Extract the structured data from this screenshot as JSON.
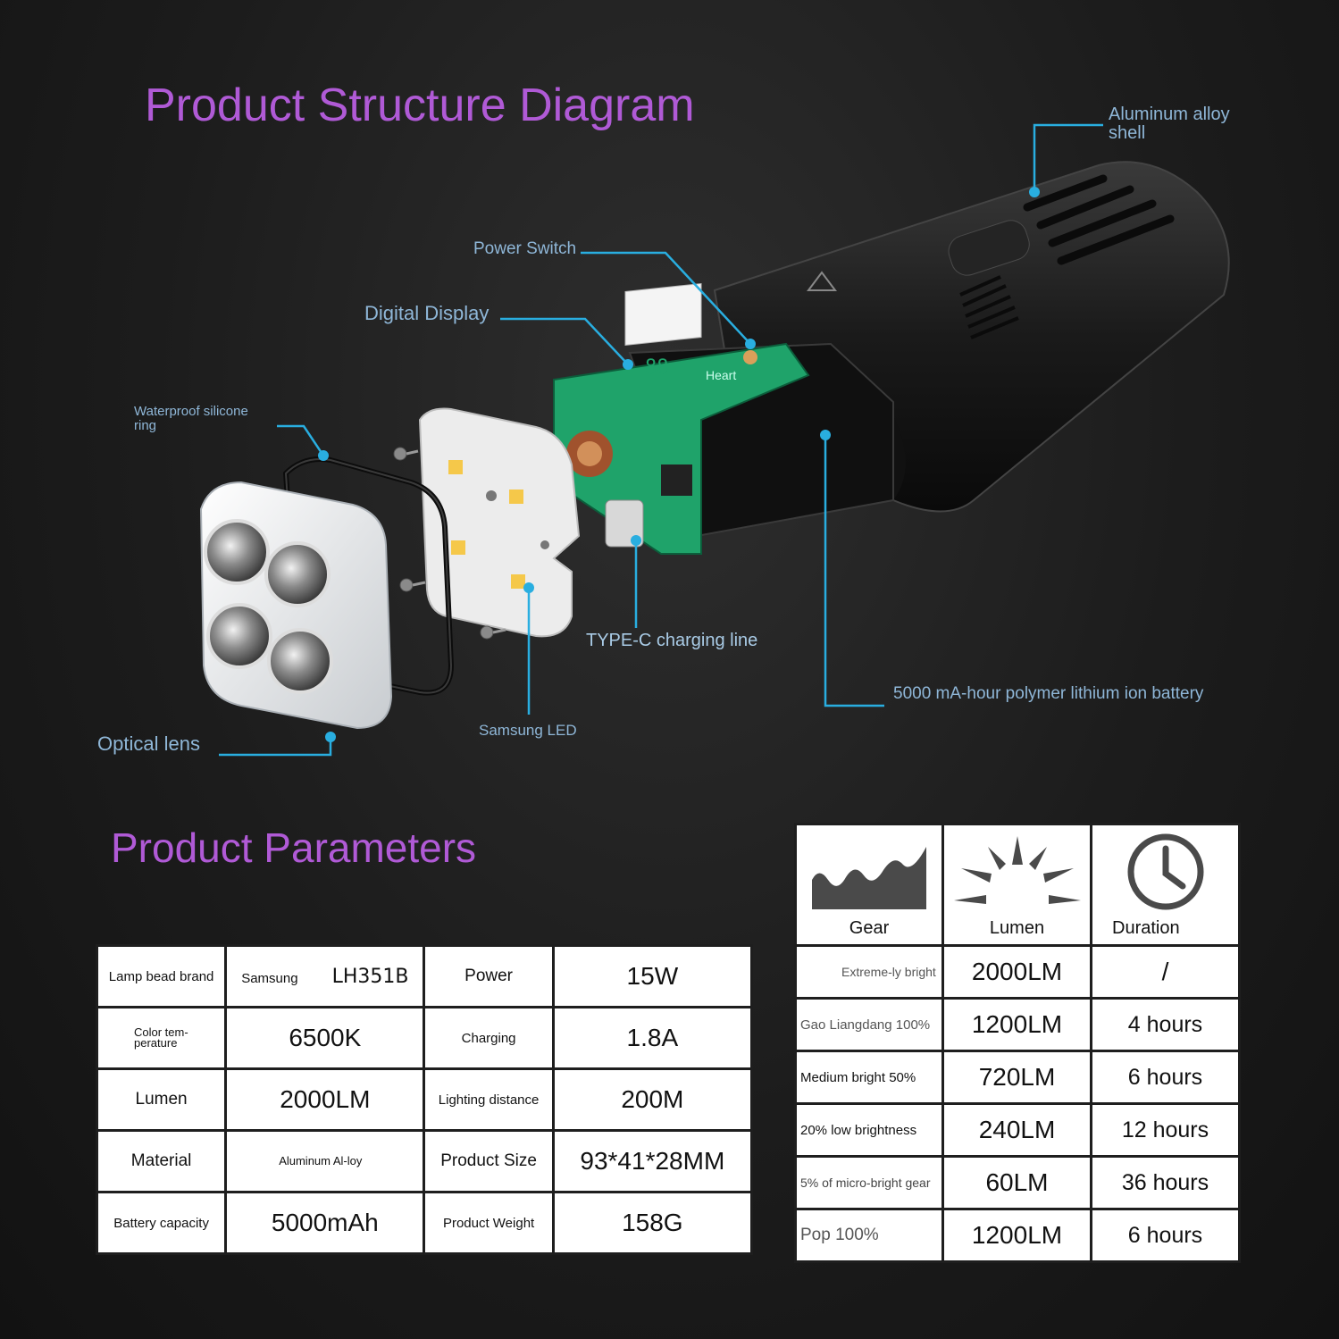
{
  "structure": {
    "title": "Product Structure Diagram",
    "callouts": {
      "aluminum_shell": "Aluminum alloy shell",
      "power_switch": "Power Switch",
      "digital_display": "Digital Display",
      "waterproof_ring": "Waterproof silicone ring",
      "type_c": "TYPE-C charging line",
      "battery": "5000 mA-hour polymer lithium ion battery",
      "samsung_led": "Samsung LED",
      "optical_lens": "Optical lens"
    },
    "pcb_text": "Heart",
    "accent_color": "#29aee0"
  },
  "parameters": {
    "title": "Product Parameters",
    "rows": [
      {
        "label1": "Lamp bead brand",
        "value1a": "Samsung",
        "value1b": "LH351B",
        "label2": "Power",
        "value2": "15W"
      },
      {
        "label1": "Color tem-perature",
        "value1": "6500K",
        "label2": "Charging",
        "value2": "1.8A"
      },
      {
        "label1": "Lumen",
        "value1": "2000LM",
        "label2": "Lighting distance",
        "value2": "200M"
      },
      {
        "label1": "Material",
        "value1": "Aluminum Al-loy",
        "label2": "Product Size",
        "value2": "93*41*28MM"
      },
      {
        "label1": "Battery capacity",
        "value1": "5000mAh",
        "label2": "Product Weight",
        "value2": "158G"
      }
    ]
  },
  "gears": {
    "headers": [
      {
        "label": "Gear",
        "icon": "mountain-icon"
      },
      {
        "label": "Lumen",
        "icon": "sunburst-icon"
      },
      {
        "label": "Duration",
        "icon": "clock-icon"
      }
    ],
    "rows": [
      {
        "gear": "Extreme-ly bright",
        "lumen": "2000LM",
        "duration": "/"
      },
      {
        "gear": "Gao Liangdang 100%",
        "lumen": "1200LM",
        "duration": "4 hours"
      },
      {
        "gear": "Medium bright 50%",
        "lumen": "720LM",
        "duration": "6 hours"
      },
      {
        "gear": "20% low brightness",
        "lumen": "240LM",
        "duration": "12 hours"
      },
      {
        "gear": "5% of micro-bright gear",
        "lumen": "60LM",
        "duration": "36 hours"
      },
      {
        "gear": "Pop 100%",
        "lumen": "1200LM",
        "duration": "6 hours"
      }
    ]
  }
}
